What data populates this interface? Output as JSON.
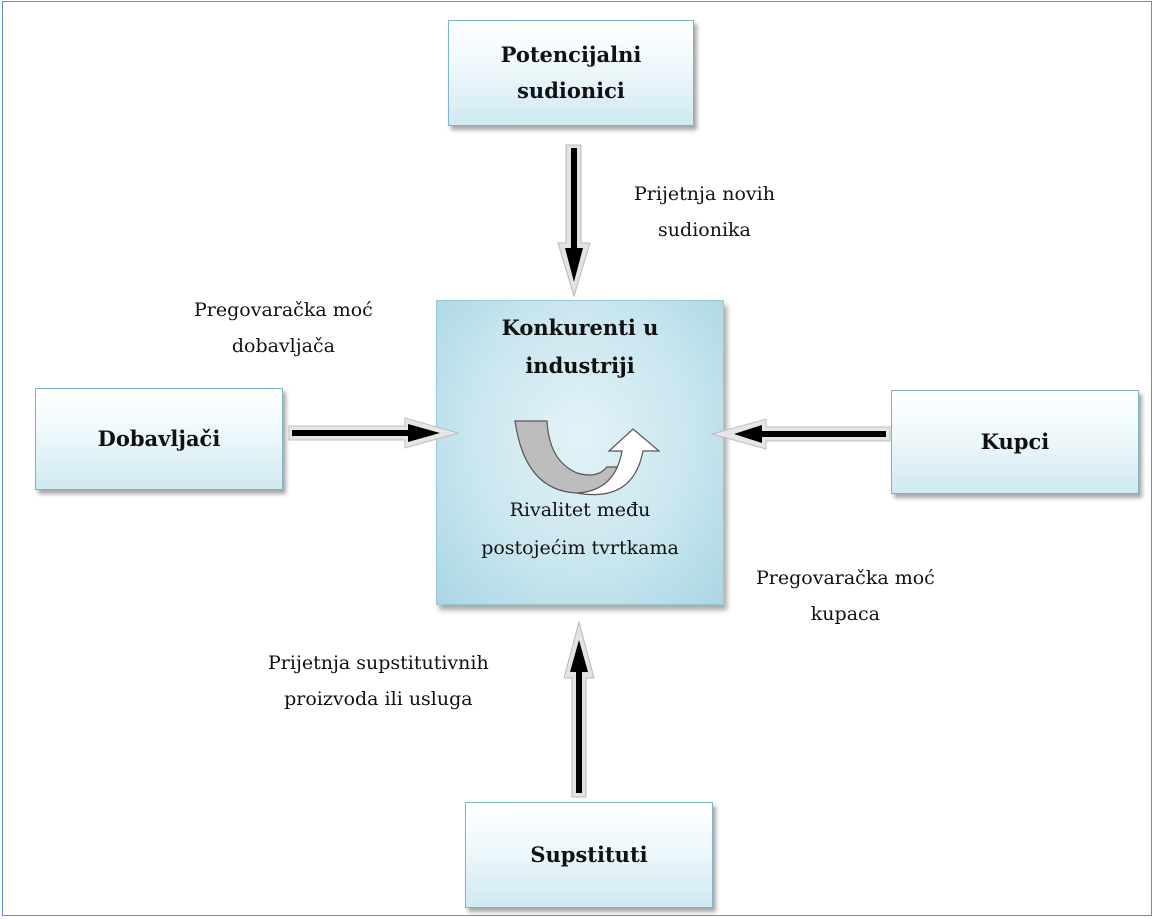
{
  "boxes": {
    "top": "Potencijalni sudionici",
    "left": "Dobavljači",
    "right": "Kupci",
    "bottom": "Supstituti"
  },
  "center": {
    "title_line1": "Konkurenti u",
    "title_line2": "industriji",
    "sub_line1": "Rivalitet među",
    "sub_line2": "postojećim  tvrtkama"
  },
  "labels": {
    "new_entrants_1": "Prijetnja novih",
    "new_entrants_2": "sudionika",
    "supplier_power_1": "Pregovaračka moć",
    "supplier_power_2": "dobavljača",
    "buyer_power_1": "Pregovaračka moć",
    "buyer_power_2": "kupaca",
    "substitutes_1": "Prijetnja supstitutivnih",
    "substitutes_2": "proizvoda ili usluga"
  }
}
